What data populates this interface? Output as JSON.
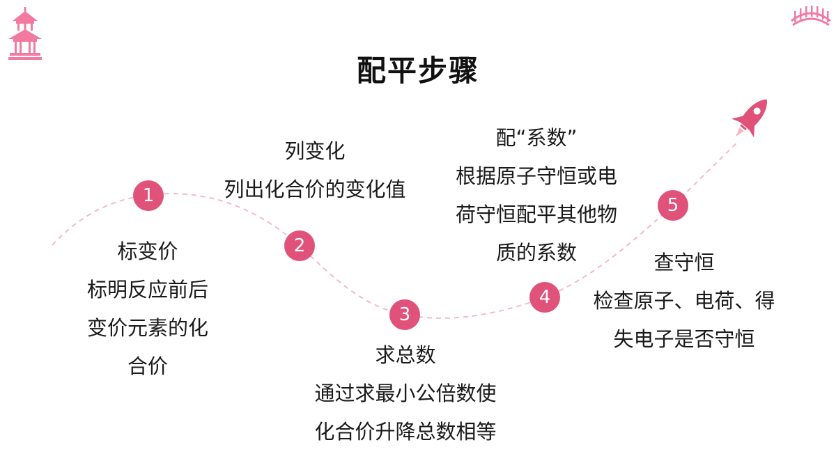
{
  "slide": {
    "title": "配平步骤",
    "accent_color": "#e0527a",
    "path_color": "#f2b9cb"
  },
  "steps": [
    {
      "number": "1",
      "lines": [
        "标变价",
        "标明反应前后",
        "变价元素的化",
        "合价"
      ]
    },
    {
      "number": "2",
      "lines": [
        "列变化",
        "列出化合价的变化值"
      ]
    },
    {
      "number": "3",
      "lines": [
        "求总数",
        "通过求最小公倍数使",
        "化合价升降总数相等"
      ]
    },
    {
      "number": "4",
      "lines": [
        "配“系数”",
        "根据原子守恒或电",
        "荷守恒配平其他物",
        "质的系数"
      ]
    },
    {
      "number": "5",
      "lines": [
        "查守恒",
        "检查原子、电荷、得",
        "失电子是否守恒"
      ]
    }
  ],
  "icons": {
    "top_left": "pagoda-icon",
    "top_right": "bridge-icon",
    "path_end": "rocket-icon"
  }
}
